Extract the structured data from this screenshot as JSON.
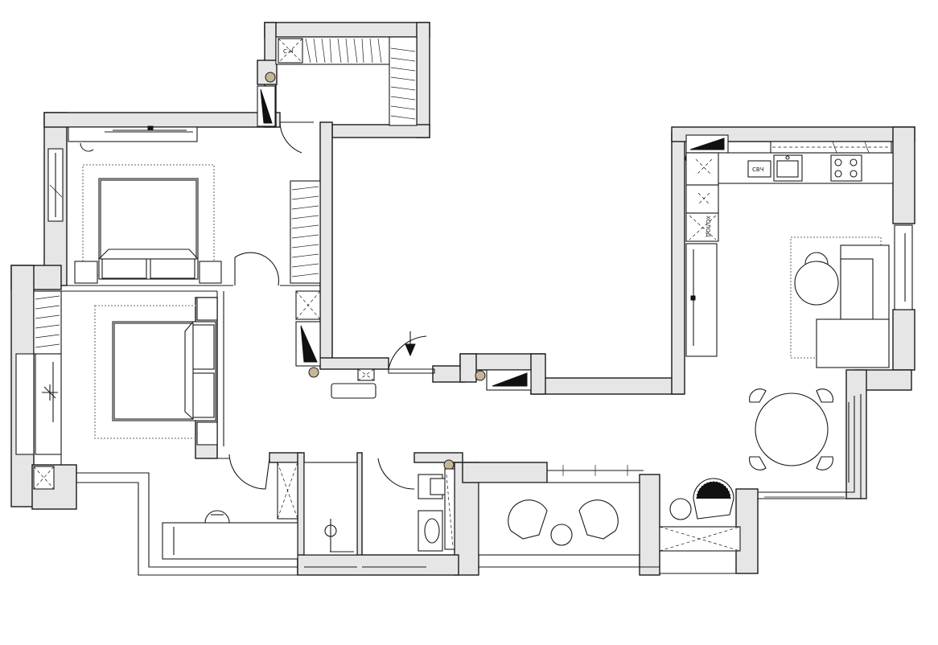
{
  "plan": {
    "labels": {
      "fridge": "ХОЛОД",
      "microwave": "СВЧ",
      "storage": "С Н"
    },
    "colors": {
      "wall_fill": "#e6e6e6",
      "line": "#1a1a1a",
      "riser": "#c7b59a",
      "rug": "#9a9a9a"
    }
  }
}
